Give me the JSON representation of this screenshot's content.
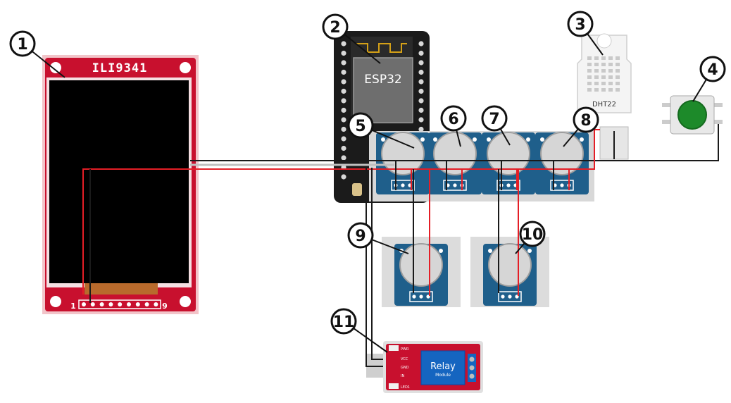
{
  "components": {
    "lcd": {
      "title": "ILI9341",
      "pin_first": "1",
      "pin_last": "9"
    },
    "mcu": {
      "label": "ESP32"
    },
    "dht": {
      "label": "DHT22"
    },
    "relay": {
      "label": "Relay",
      "sub": "Module",
      "pins": [
        "PWR",
        "VCC",
        "GND",
        "IN",
        "LED1"
      ]
    }
  },
  "callouts": [
    "1",
    "2",
    "3",
    "4",
    "5",
    "6",
    "7",
    "8",
    "9",
    "10",
    "11"
  ],
  "colors": {
    "wire_red": "#e41e26",
    "wire_black": "#1a1a1a",
    "pcb_red": "#c8102e",
    "pcb_blue": "#1f5f8b",
    "button_green": "#1d8a2a"
  }
}
